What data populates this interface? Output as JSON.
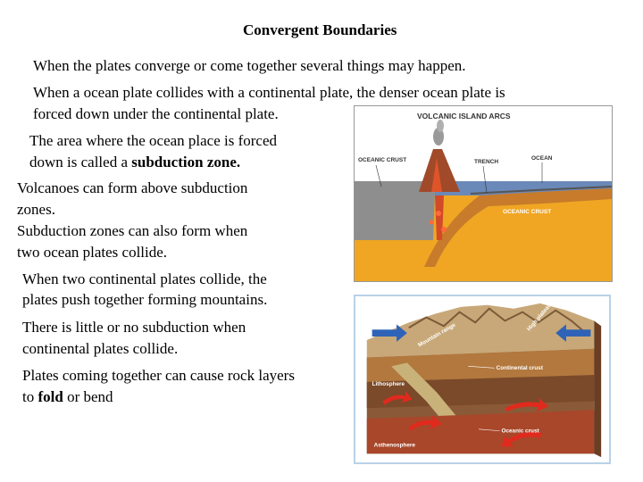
{
  "title": "Convergent Boundaries",
  "paragraphs": {
    "p1": "When the plates converge or come together several things may happen.",
    "p2_line1": "When a ocean plate collides with a continental plate, the denser ocean plate is",
    "p2_line2": "forced down under the continental plate.",
    "p3_line1": "The area where the ocean place is forced",
    "p3_line2_pre": "down is called a ",
    "p3_line2_bold": "subduction zone.",
    "p4_line1": "Volcanoes can form above subduction",
    "p4_line2": "zones.",
    "p5_line1": "Subduction zones can also form when",
    "p5_line2": "two ocean plates collide.",
    "p6_line1": "When two continental plates collide, the",
    "p6_line2": "plates push together forming mountains.",
    "p7_line1": "There is little or no subduction when",
    "p7_line2": "continental plates collide.",
    "p8_line1": "Plates coming together can cause rock layers",
    "p8_line2_pre": "to ",
    "p8_line2_bold": "fold",
    "p8_line2_post": " or bend"
  },
  "figure1": {
    "title": "VOLCANIC ISLAND ARCS",
    "labels": {
      "oceanic_crust_left": "OCEANIC CRUST",
      "trench": "TRENCH",
      "ocean": "OCEAN",
      "oceanic_crust_right": "OCEANIC CRUST"
    }
  },
  "figure2": {
    "labels": {
      "mountain_range": "Mountain range",
      "high_plateau": "High plateau",
      "continental_crust": "Continental crust",
      "lithosphere": "Lithosphere",
      "asthenosphere": "Asthenosphere",
      "oceanic_crust": "Oceanic crust"
    }
  }
}
